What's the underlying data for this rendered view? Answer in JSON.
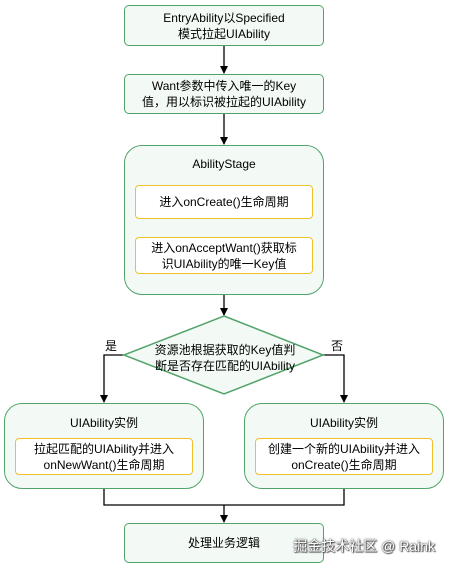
{
  "nodes": {
    "start": [
      "EntryAbility以Specified",
      "模式拉起UIAbility"
    ],
    "want": [
      "Want参数中传入唯一的Key",
      "值，用以标识被拉起的UIAbility"
    ],
    "stage": {
      "title": "AbilityStage",
      "step1": [
        "进入onCreate()生命周期"
      ],
      "step2": [
        "进入onAcceptWant()获取标",
        "识UIAbility的唯一Key值"
      ]
    },
    "decision": [
      "资源池根据获取的Key值判",
      "断是否存在匹配的UIAbility"
    ],
    "yes_label": "是",
    "no_label": "否",
    "left": {
      "title": "UIAbility实例",
      "inner": [
        "拉起匹配的UIAbility并进入",
        "onNewWant()生命周期"
      ]
    },
    "right": {
      "title": "UIAbility实例",
      "inner": [
        "创建一个新的UIAbility并进入",
        "onCreate()生命周期"
      ]
    },
    "end": [
      "处理业务逻辑"
    ]
  },
  "watermark": "掘金技术社区 @ Raink",
  "colors": {
    "box_fill": "#f3faf5",
    "box_border": "#52a36a",
    "inner_border": "#f0c02a",
    "arrow": "#000000"
  }
}
